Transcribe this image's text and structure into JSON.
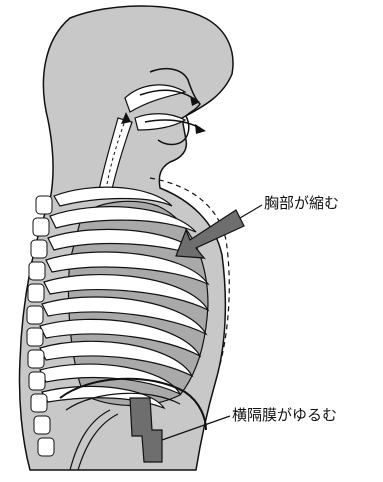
{
  "labels": {
    "chest": "胸部が縮む",
    "diaphragm": "横隔膜がゆるむ"
  },
  "colors": {
    "body_fill": "#c8c8c8",
    "outline": "#111111",
    "lung_fill": "#a9a9a9",
    "rib_fill": "#ffffff",
    "arrow_fill": "#6e6e6e",
    "background": "#ffffff"
  },
  "icons": {
    "chest_arrow": "arrow-pointing-left-down",
    "diaphragm_arrow": "arrow-pointing-up"
  }
}
